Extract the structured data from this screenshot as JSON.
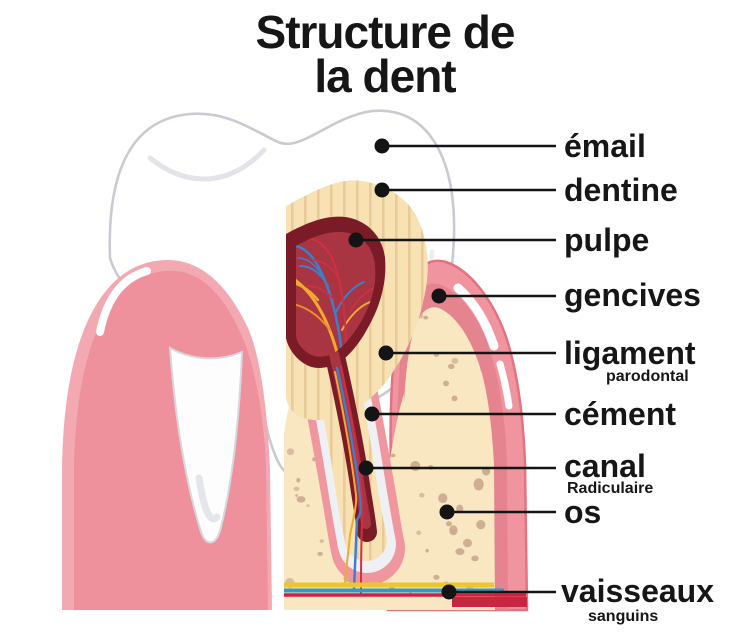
{
  "title": {
    "line1": "Structure de",
    "line2": "la dent"
  },
  "labels": {
    "email": {
      "text": "émail"
    },
    "dentine": {
      "text": "dentine"
    },
    "pulpe": {
      "text": "pulpe"
    },
    "gencives": {
      "text": "gencives"
    },
    "ligament": {
      "text": "ligament",
      "sub": "parodontal"
    },
    "cement": {
      "text": "cément"
    },
    "canal": {
      "text": "canal",
      "sub": "Radiculaire"
    },
    "os": {
      "text": "os"
    },
    "vaisseaux": {
      "text": "vaisseaux",
      "sub": "sanguins"
    }
  },
  "colors": {
    "enamel": "#ffffff",
    "tooth_outline": "#c9cbd2",
    "dentine": "#f8e2b4",
    "dentine_stripe": "#e9cb9a",
    "pulp_dark": "#7b1b27",
    "pulp_light": "#a93442",
    "gum": "#f0949f",
    "gum_dark": "#e5838e",
    "gum_light": "#f3a9b1",
    "bone": "#f9e7c2",
    "bone_speckle": "#c9a88f",
    "ligament_gap": "#eef0f4",
    "vessel_red": "#d02f44",
    "vessel_blue": "#3f7fc9",
    "vessel_yellow": "#f2a930",
    "bottom_yellow": "#edc52f",
    "bottom_blue": "#2f9ac6",
    "bottom_red": "#d2203f",
    "label_line": "#141414"
  }
}
